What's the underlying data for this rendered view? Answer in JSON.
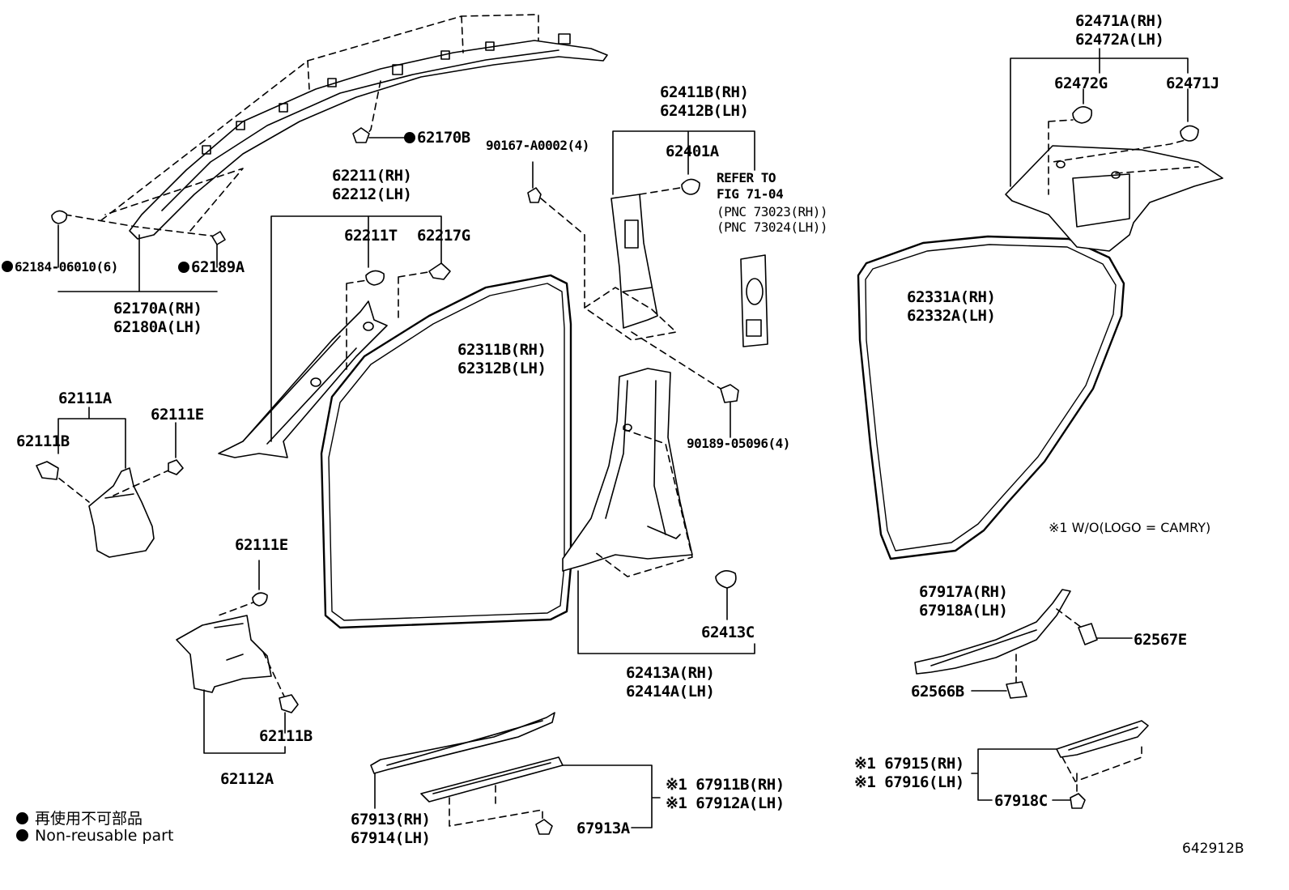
{
  "labels": {
    "p62170B": "62170B",
    "p62184": "62184-06010(6)",
    "p62189A": "62189A",
    "p62170A": "62170A(RH)",
    "p62180A": "62180A(LH)",
    "p62211": "62211(RH)",
    "p62212": "62212(LH)",
    "p62211T": "62211T",
    "p62217G": "62217G",
    "p90167": "90167-A0002(4)",
    "p62411B": "62411B(RH)",
    "p62412B": "62412B(LH)",
    "p62401A": "62401A",
    "refer1": "REFER TO",
    "refer2": "FIG 71-04",
    "refer3": "(PNC 73023(RH))",
    "refer4": "(PNC 73024(LH))",
    "p62471A": "62471A(RH)",
    "p62472A": "62472A(LH)",
    "p62472G": "62472G",
    "p62471J": "62471J",
    "p62331A": "62331A(RH)",
    "p62332A": "62332A(LH)",
    "p62311B": "62311B(RH)",
    "p62312B": "62312B(LH)",
    "p62111A": "62111A",
    "p62111E_a": "62111E",
    "p62111B_a": "62111B",
    "p90189": "90189-05096(4)",
    "w_o_note": "※1 W/O(LOGO = CAMRY)",
    "p62111E_b": "62111E",
    "p62413C": "62413C",
    "p62413A": "62413A(RH)",
    "p62414A": "62414A(LH)",
    "p67917A": "67917A(RH)",
    "p67918A": "67918A(LH)",
    "p62567E": "62567E",
    "p62566B": "62566B",
    "p62111B_b": "62111B",
    "p62112A": "62112A",
    "p67911B": "※1 67911B(RH)",
    "p67912A": "※1 67912A(LH)",
    "p67913": "67913(RH)",
    "p67914": "67914(LH)",
    "p67913A": "67913A",
    "p67915": "※1 67915(RH)",
    "p67916": "※1 67916(LH)",
    "p67918C": "67918C"
  },
  "legend": {
    "line1": "再使用不可部品",
    "line2": "Non-reusable part"
  },
  "figure_number": "642912B"
}
